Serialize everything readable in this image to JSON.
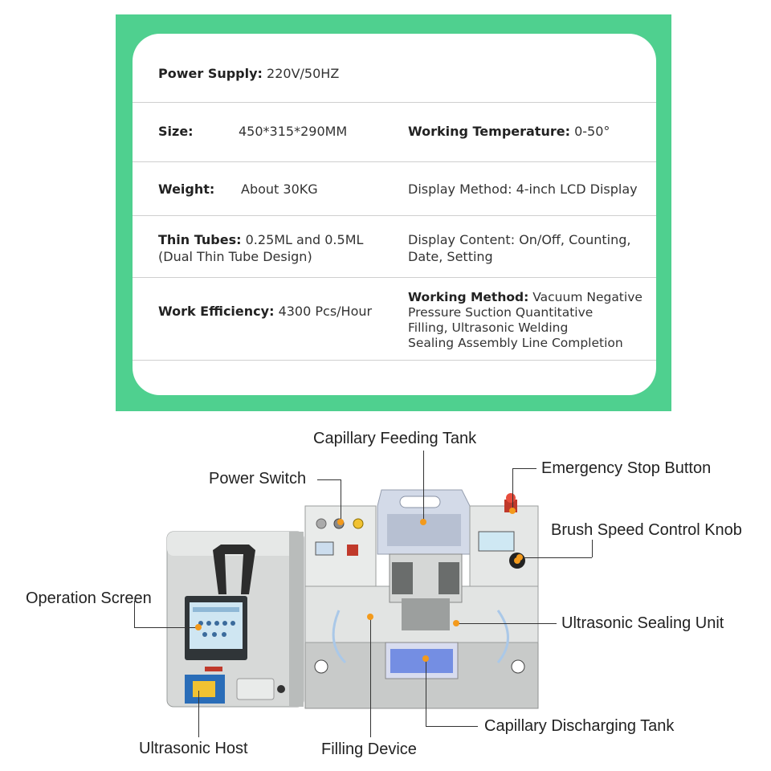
{
  "specs": {
    "power_supply": {
      "label": "Power Supply:",
      "value": "220V/50HZ"
    },
    "size": {
      "label": "Size:",
      "value": "450*315*290MM"
    },
    "working_temperature": {
      "label": "Working Temperature:",
      "value": "0-50°"
    },
    "weight": {
      "label": "Weight:",
      "value": "About 30KG"
    },
    "display_method": {
      "label": "Display Method:",
      "value": "4-inch LCD Display"
    },
    "thin_tubes": {
      "label": "Thin Tubes:",
      "value": "0.25ML and 0.5ML",
      "note": "(Dual Thin Tube Design)"
    },
    "display_content": {
      "label": "Display Content:",
      "value": "On/Off, Counting,",
      "value2": "Date, Setting"
    },
    "work_efficiency": {
      "label": "Work Efficiency:",
      "value": "4300 Pcs/Hour"
    },
    "working_method": {
      "label": "Working Method:",
      "value": "Vacuum Negative",
      "line2": "Pressure Suction Quantitative",
      "line3": "Filling, Ultrasonic Welding",
      "line4": "Sealing Assembly Line Completion"
    }
  },
  "callouts": {
    "capillary_feeding_tank": "Capillary Feeding Tank",
    "power_switch": "Power Switch",
    "emergency_stop_button": "Emergency Stop Button",
    "brush_speed_control_knob": "Brush Speed Control Knob",
    "operation_screen": "Operation Screen",
    "ultrasonic_sealing_unit": "Ultrasonic Sealing Unit",
    "capillary_discharging_tank": "Capillary Discharging Tank",
    "ultrasonic_host": "Ultrasonic Host",
    "filling_device": "Filling Device"
  },
  "colors": {
    "frame": "#4fd08f",
    "accent_dot": "#f39a1c"
  }
}
